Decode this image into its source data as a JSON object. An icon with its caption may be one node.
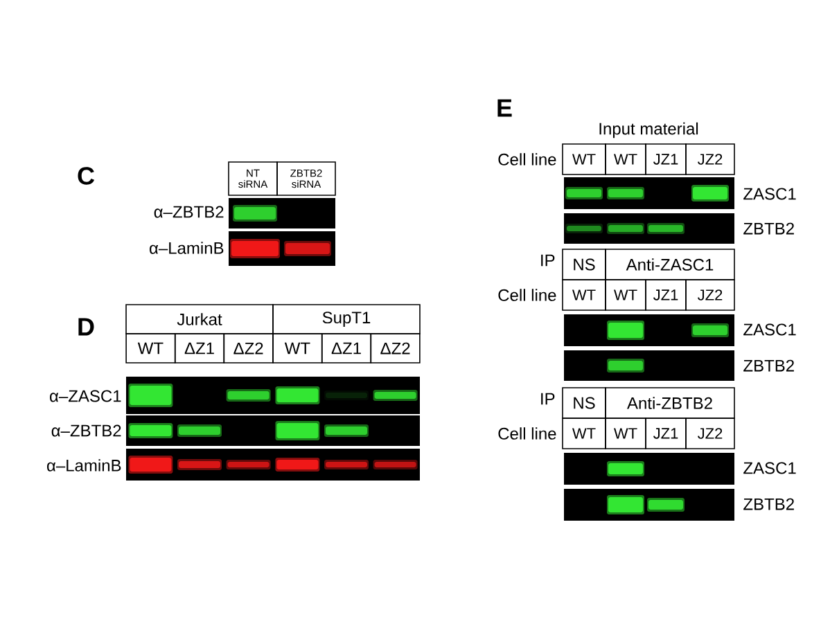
{
  "diagram": {
    "labels": [
      "C",
      "NT siRNA",
      "ZBTB2 siRNA",
      "α–ZBTB2",
      "α–LaminB",
      "D",
      "Jurkat",
      "SupT1",
      "WT",
      "ΔZ1",
      "ΔZ2",
      "WT",
      "ΔZ1",
      "ΔZ2",
      "α–ZASC1",
      "α–ZBTB2",
      "α–LaminB",
      "E",
      "Input material",
      "Cell line",
      "WT",
      "WT",
      "JZ1",
      "JZ2",
      "ZASC1",
      "ZBTB2",
      "IP",
      "NS",
      "Anti-ZASC1",
      "Cell line",
      "WT",
      "WT",
      "JZ1",
      "JZ2",
      "ZASC1",
      "ZBTB2",
      "IP",
      "NS",
      "Anti-ZBTB2",
      "Cell line",
      "WT",
      "WT",
      "JZ1",
      "JZ2",
      "ZASC1",
      "ZBTB2"
    ]
  }
}
